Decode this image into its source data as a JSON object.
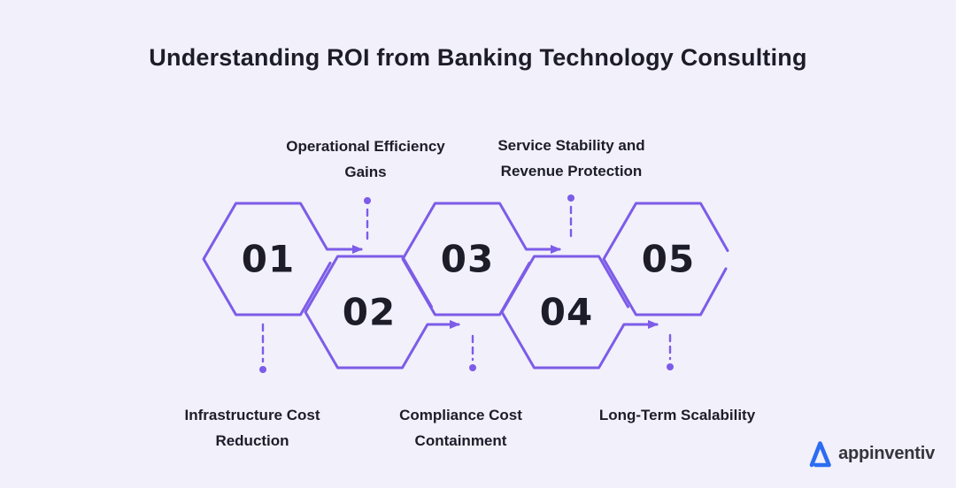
{
  "title": "Understanding ROI from Banking Technology Consulting",
  "steps": [
    {
      "number": "01",
      "label": "Infrastructure Cost Reduction",
      "label_position": "bottom"
    },
    {
      "number": "02",
      "label": "Operational Efficiency Gains",
      "label_position": "top"
    },
    {
      "number": "03",
      "label": "Compliance Cost Containment",
      "label_position": "bottom"
    },
    {
      "number": "04",
      "label": "Service Stability and Revenue Protection",
      "label_position": "top"
    },
    {
      "number": "05",
      "label": "Long-Term Scalability",
      "label_position": "bottom"
    }
  ],
  "colors": {
    "background": "#f2f0fa",
    "accent_purple": "#7c5ce8",
    "text_dark": "#1d1d29",
    "logo_blue": "#2c6cf2",
    "brand_text": "#35353c"
  },
  "logo": {
    "brand": "appinventiv",
    "icon": "appinventiv-a-icon"
  }
}
